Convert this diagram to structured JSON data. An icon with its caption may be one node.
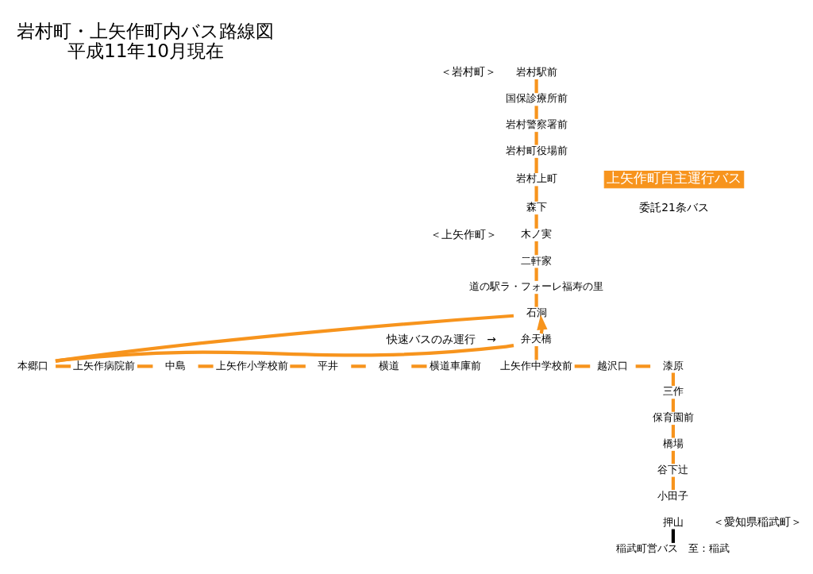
{
  "diagram": {
    "title": "岩村町・上矢作町内バス路線図",
    "caption": "平成11年10月現在",
    "nodes": [
      {
        "text": [
          "岩村駅前"
        ]
      },
      {
        "text": [
          "国保診療所前"
        ]
      },
      {
        "text": [
          "岩村警察署前"
        ]
      },
      {
        "text": [
          "岩村町役場前"
        ]
      },
      {
        "text": [
          "岩村上町"
        ]
      },
      {
        "text": [
          "森下"
        ]
      },
      {
        "text": [
          "木ノ実"
        ]
      },
      {
        "text": [
          "二軒家"
        ]
      },
      {
        "text": [
          "道の駅ラ・フォーレ福寿の里"
        ]
      },
      {
        "text": [
          "石洞"
        ]
      },
      {
        "text": [
          "弁天橋"
        ]
      },
      {
        "text": [
          "本郷口"
        ]
      },
      {
        "text": [
          "上矢作病院前"
        ]
      },
      {
        "text": [
          "中島"
        ]
      },
      {
        "text": [
          "上矢作小学校前"
        ]
      },
      {
        "text": [
          "平井"
        ]
      },
      {
        "text": [
          "横道"
        ]
      },
      {
        "text": [
          "横道車庫前"
        ]
      },
      {
        "text": [
          "上矢作中学校前"
        ]
      },
      {
        "text": [
          "越沢口"
        ]
      },
      {
        "text": [
          "漆原"
        ]
      },
      {
        "text": [
          "三作"
        ]
      },
      {
        "text": [
          "保育園前"
        ]
      },
      {
        "text": [
          "橋場"
        ]
      },
      {
        "text": [
          "谷下辻"
        ]
      },
      {
        "text": [
          "小田子"
        ]
      },
      {
        "text": [
          "押山"
        ]
      },
      {
        "text": [
          "稲武町営バス　至：稲武"
        ]
      }
    ],
    "edges": [
      {
        "from": 0,
        "to": 1,
        "arrow": "none"
      },
      {
        "from": 1,
        "to": 2,
        "arrow": "none"
      },
      {
        "from": 2,
        "to": 3,
        "arrow": "none"
      },
      {
        "from": 3,
        "to": 4,
        "arrow": "none"
      },
      {
        "from": 4,
        "to": 5,
        "arrow": "none"
      },
      {
        "from": 5,
        "to": 6,
        "arrow": "none"
      },
      {
        "from": 6,
        "to": 7,
        "arrow": "none"
      },
      {
        "from": 7,
        "to": 8,
        "arrow": "none"
      },
      {
        "from": 8,
        "to": 9,
        "arrow": "none"
      },
      {
        "from": 10,
        "to": 9,
        "arrow": "to"
      },
      {
        "from": 9,
        "to": 11,
        "arrow": "none"
      },
      {
        "from": 10,
        "to": 11,
        "arrow": "none"
      },
      {
        "from": 11,
        "to": 12,
        "arrow": "none"
      },
      {
        "from": 12,
        "to": 13,
        "arrow": "none"
      },
      {
        "from": 13,
        "to": 14,
        "arrow": "none"
      },
      {
        "from": 14,
        "to": 15,
        "arrow": "none"
      },
      {
        "from": 15,
        "to": 16,
        "arrow": "none"
      },
      {
        "from": 16,
        "to": 17,
        "arrow": "none"
      },
      {
        "from": 10,
        "to": 18,
        "arrow": "none"
      },
      {
        "from": 18,
        "to": 19,
        "arrow": "none"
      },
      {
        "from": 19,
        "to": 20,
        "arrow": "none"
      },
      {
        "from": 20,
        "to": 21,
        "arrow": "none"
      },
      {
        "from": 21,
        "to": 22,
        "arrow": "none"
      },
      {
        "from": 22,
        "to": 23,
        "arrow": "none"
      },
      {
        "from": 23,
        "to": 24,
        "arrow": "none"
      },
      {
        "from": 24,
        "to": 25,
        "arrow": "none"
      },
      {
        "from": 26,
        "to": 27,
        "arrow": "none",
        "color": "#000000"
      }
    ],
    "labels": [
      "＜岩村町＞",
      "＜上矢作町＞",
      "快速バスのみ運行　→",
      "委託21条バス",
      "＜愛知県稲武町＞"
    ],
    "legend": [
      {
        "text": "上矢作町自主運行バス",
        "color": "#f7941d"
      }
    ]
  }
}
